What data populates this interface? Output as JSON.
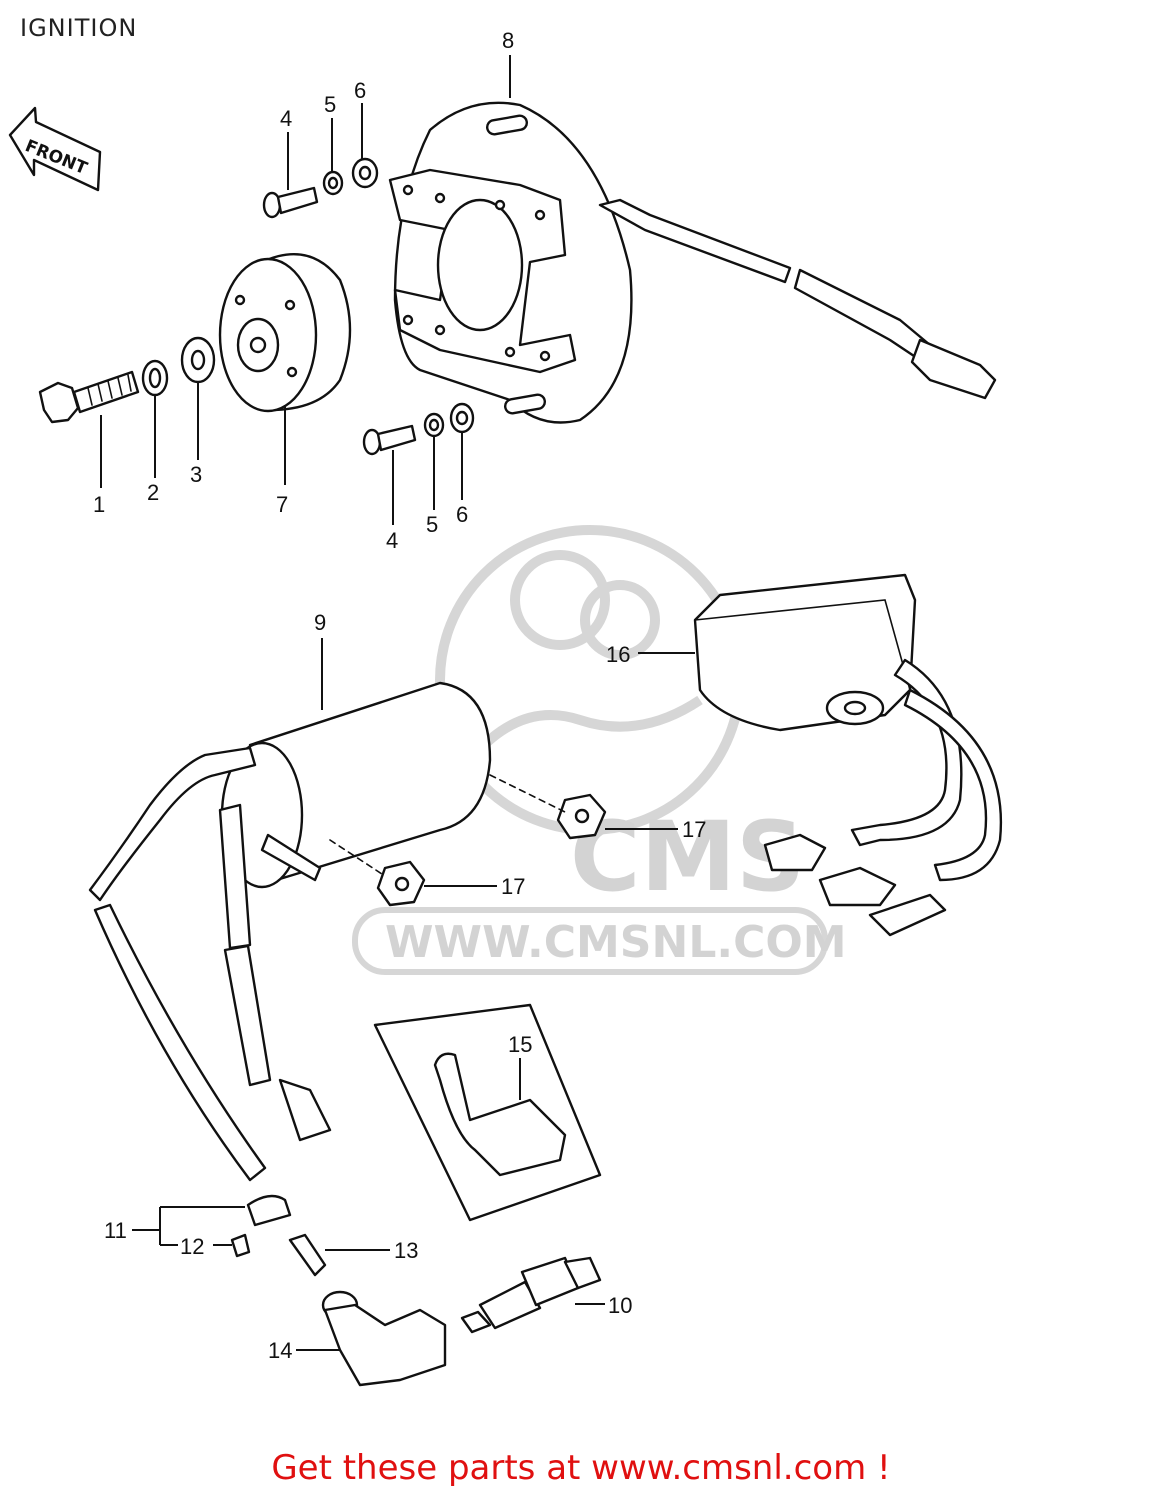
{
  "title": "IGNITION",
  "front_arrow_label": "FRONT",
  "watermark": {
    "logo_text": "CMS",
    "url_text": "WWW.CMSNL.COM"
  },
  "callouts": {
    "c1": "1",
    "c2": "2",
    "c3": "3",
    "c4a": "4",
    "c5a": "5",
    "c6a": "6",
    "c4b": "4",
    "c5b": "5",
    "c6b": "6",
    "c7": "7",
    "c8": "8",
    "c9": "9",
    "c10": "10",
    "c11": "11",
    "c12": "12",
    "c13": "13",
    "c14": "14",
    "c15": "15",
    "c16": "16",
    "c17a": "17",
    "c17b": "17"
  },
  "footer": {
    "link_text": "Get these parts at www.cmsnl.com !"
  },
  "colors": {
    "footer_link": "#e01010",
    "watermark": "#d3d3d3",
    "lines": "#111111"
  }
}
